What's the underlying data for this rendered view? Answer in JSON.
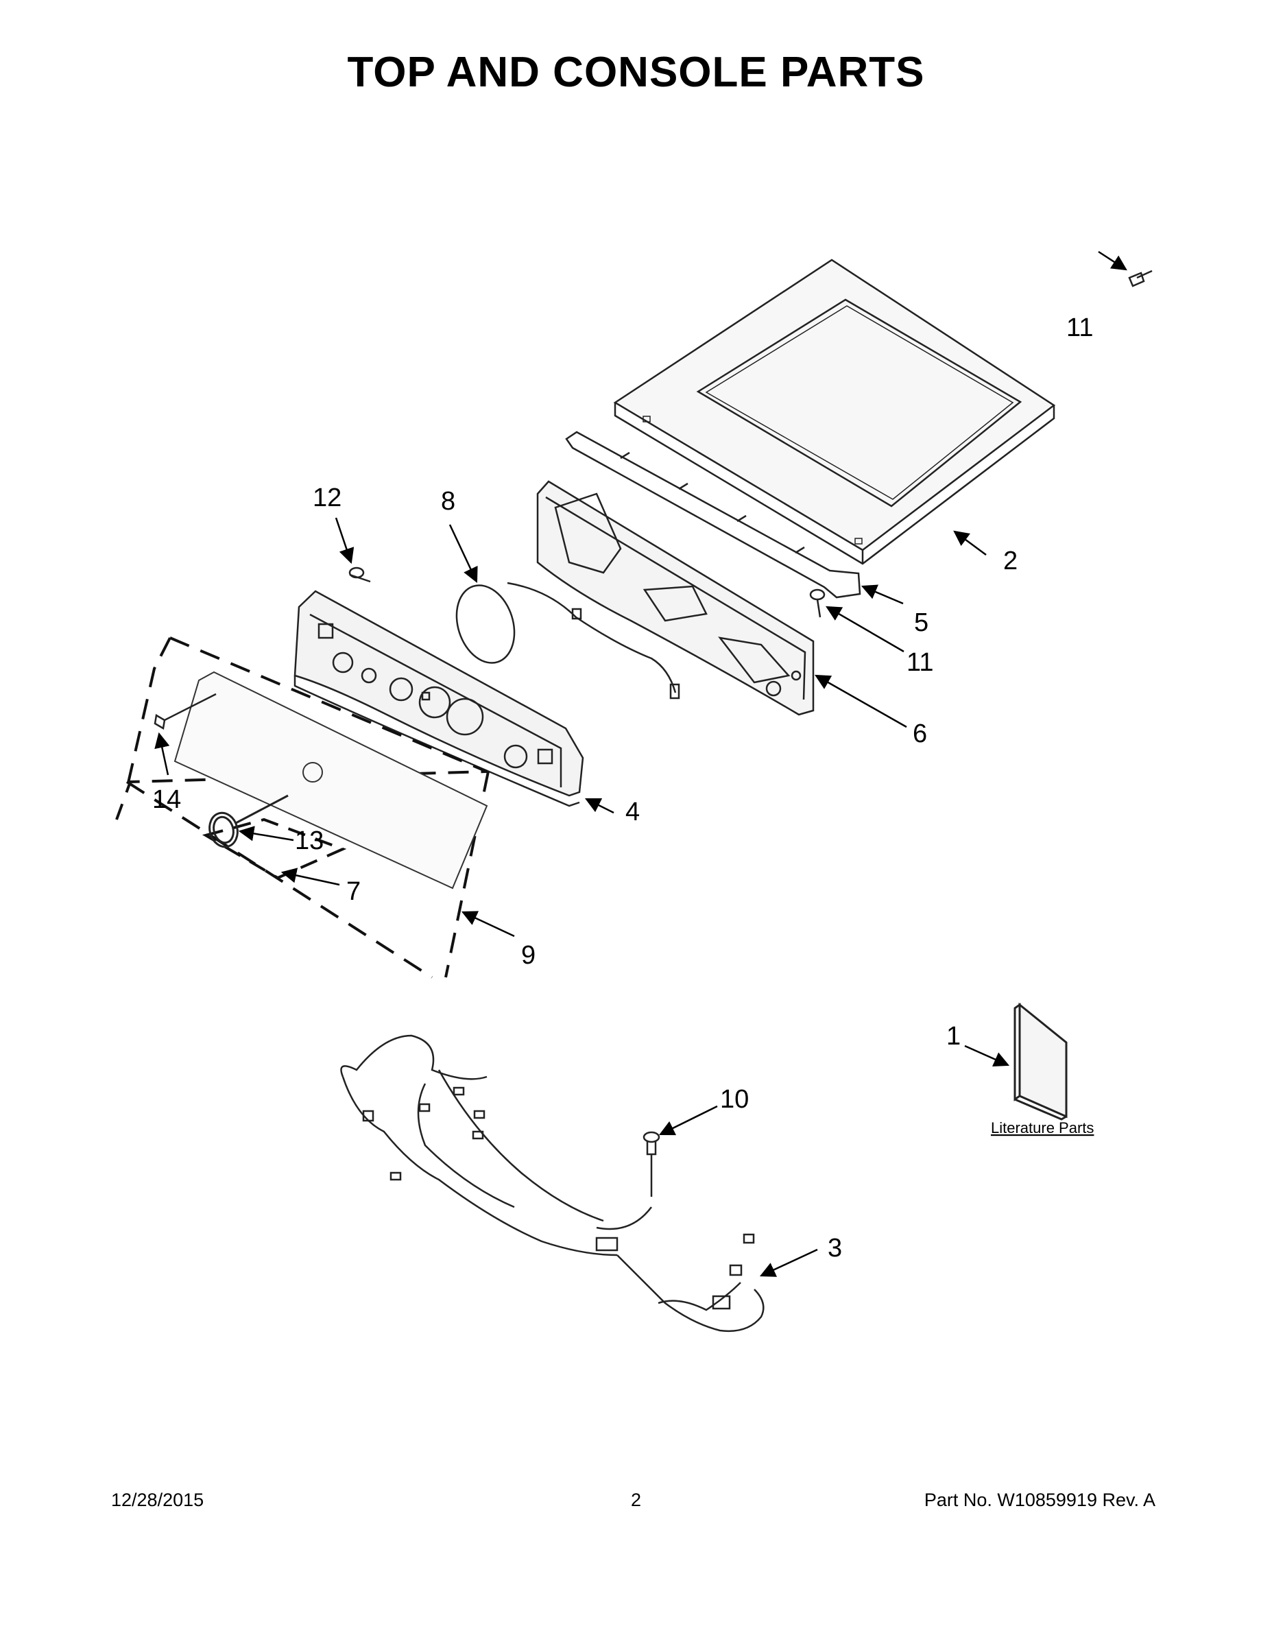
{
  "title": "TOP AND CONSOLE PARTS",
  "callouts": {
    "c1": "1",
    "c2": "2",
    "c3": "3",
    "c4": "4",
    "c5": "5",
    "c6": "6",
    "c7": "7",
    "c8": "8",
    "c9": "9",
    "c10": "10",
    "c11a": "11",
    "c11b": "11",
    "c12": "12",
    "c13": "13",
    "c14": "14"
  },
  "literature_label": "Literature Parts",
  "footer": {
    "date": "12/28/2015",
    "page": "2",
    "part_no": "Part No.  W10859919  Rev.  A"
  }
}
